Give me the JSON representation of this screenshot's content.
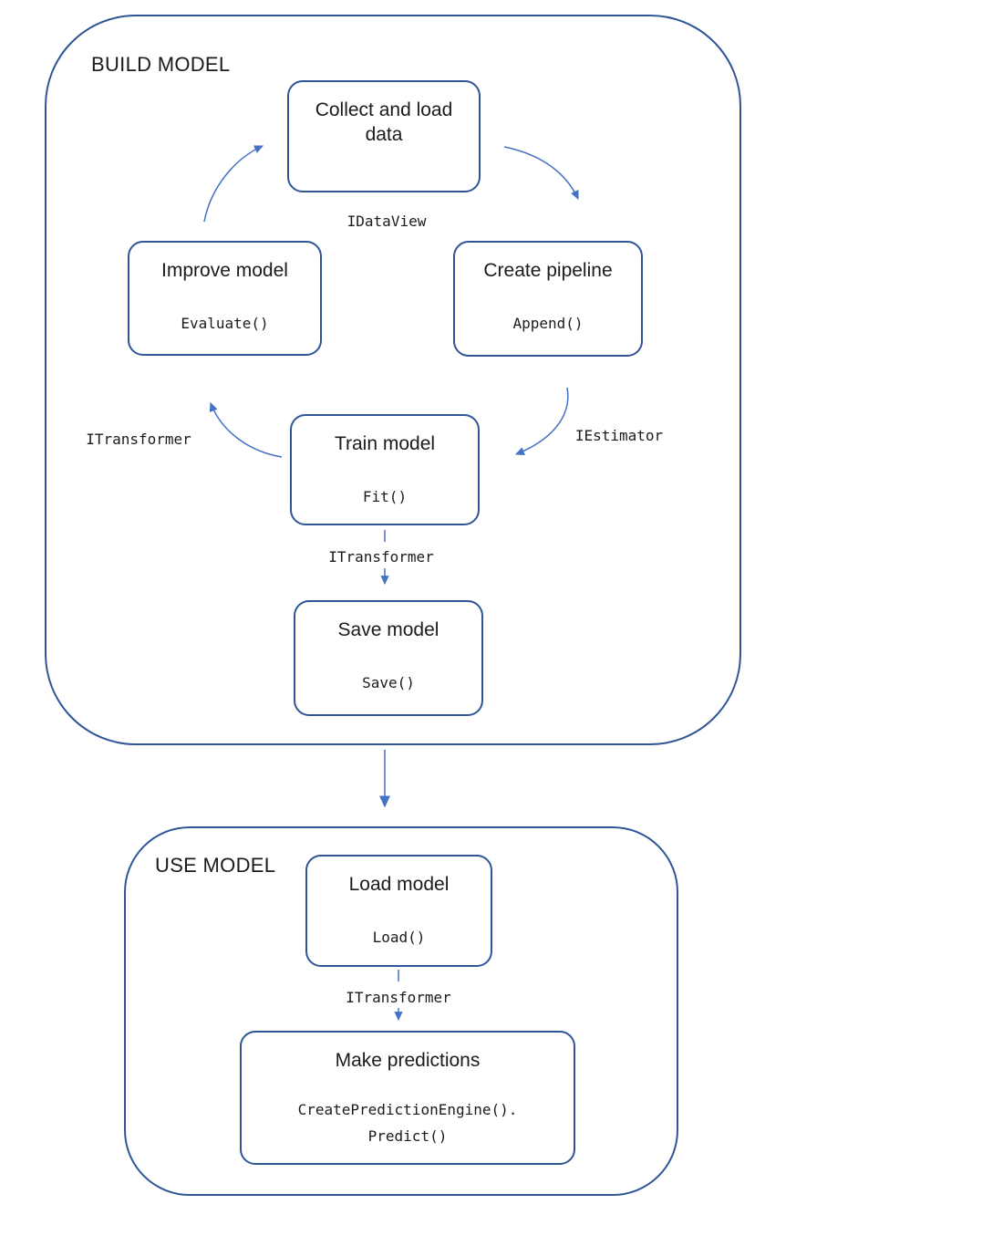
{
  "colors": {
    "box_border": "#2F5597",
    "arrow": "#4472C4",
    "text": "#1B1B1B"
  },
  "build_model": {
    "label": "BUILD MODEL",
    "boxes": {
      "collect": {
        "title": "Collect and load data"
      },
      "create": {
        "title": "Create pipeline",
        "code": "Append()"
      },
      "train": {
        "title": "Train model",
        "code": "Fit()"
      },
      "improve": {
        "title": "Improve model",
        "code": "Evaluate()"
      },
      "save": {
        "title": "Save model",
        "code": "Save()"
      }
    },
    "labels": {
      "idataview": "IDataView",
      "iestimator": "IEstimator",
      "itransformer_left": "ITransformer",
      "itransformer_bottom": "ITransformer"
    }
  },
  "use_model": {
    "label": "USE MODEL",
    "boxes": {
      "load": {
        "title": "Load model",
        "code": "Load()"
      },
      "predict": {
        "title": "Make predictions",
        "code_line1": "CreatePredictionEngine().",
        "code_line2": "Predict()"
      }
    },
    "labels": {
      "itransformer": "ITransformer"
    }
  }
}
